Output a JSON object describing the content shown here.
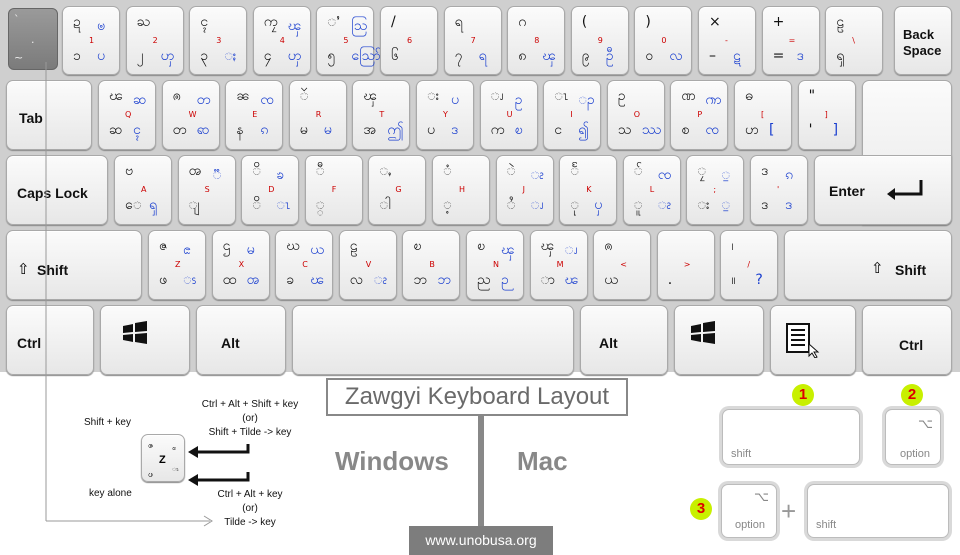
{
  "title": "Zawgyi Keyboard Layout",
  "platforms": {
    "windows": "Windows",
    "mac": "Mac"
  },
  "url": "www.unobusa.org",
  "legend": {
    "shift_key": "Shift + key",
    "key_alone": "key alone",
    "ctrl_alt_shift_1": "Ctrl + Alt + Shift + key",
    "or_1": "(or)",
    "shift_tilde": "Shift + Tilde -> key",
    "ctrl_alt_1": "Ctrl + Alt + key",
    "or_2": "(or)",
    "tilde": "Tilde -> key",
    "sample": "Z"
  },
  "esc": {
    "top": "`",
    "mid": ".",
    "bottom": "~"
  },
  "keys": {
    "row1": [
      {
        "n": "1",
        "a": "ဍ",
        "b": "ၑ",
        "c": "၁",
        "d": "ပ"
      },
      {
        "n": "2",
        "a": "ႀ",
        "b": "",
        "c": "၂",
        "d": "ၯ"
      },
      {
        "n": "3",
        "a": "ၚ",
        "b": "",
        "c": "၃",
        "d": "ႏ"
      },
      {
        "n": "4",
        "a": "ကၠ",
        "b": "ၾ",
        "c": "၄",
        "d": "ၯ"
      },
      {
        "n": "5",
        "a": "ႛ",
        "b": "ဩ",
        "c": "၅",
        "d": "ဪ"
      },
      {
        "n": "6",
        "a": "/",
        "b": "",
        "c": "၆",
        "d": ""
      },
      {
        "n": "7",
        "a": "ရ",
        "b": "",
        "c": "၇",
        "d": "ရ"
      },
      {
        "n": "8",
        "a": "ဂ",
        "b": "",
        "c": "၈",
        "d": "ၾ"
      },
      {
        "n": "9",
        "a": "(",
        "b": "",
        "c": "၉",
        "d": "ဦ"
      },
      {
        "n": "0",
        "a": ")",
        "b": "",
        "c": "၀",
        "d": "လ"
      },
      {
        "n": "-",
        "a": "×",
        "b": "",
        "c": "–",
        "d": "ဋ"
      },
      {
        "n": "=",
        "a": "+",
        "b": "",
        "c": "=",
        "d": "ဒ"
      },
      {
        "n": "\\",
        "a": "ဠ",
        "b": "",
        "c": "ၡ",
        "d": ""
      }
    ],
    "row2": [
      {
        "n": "Q",
        "a": "ၽ",
        "b": "ဆ",
        "c": "ဆ",
        "d": "ၚ"
      },
      {
        "n": "W",
        "a": "ၐ",
        "b": "တ",
        "c": "တ",
        "d": "ၹ"
      },
      {
        "n": "E",
        "a": "ၼ",
        "b": "ၸ",
        "c": "န",
        "d": "ၵ"
      },
      {
        "n": "R",
        "a": "ၴ",
        "b": "",
        "c": "မ",
        "d": "မ"
      },
      {
        "n": "T",
        "a": "ၾ",
        "b": "",
        "c": "အ",
        "d": "ဤ"
      },
      {
        "n": "Y",
        "a": "း",
        "b": "ပ",
        "c": "ပ",
        "d": "ဒ"
      },
      {
        "n": "U",
        "a": "ၪ",
        "b": "ဥ",
        "c": "က",
        "d": "ၿ"
      },
      {
        "n": "I",
        "a": "ၤ",
        "b": "ၣ",
        "c": "င",
        "d": "၍"
      },
      {
        "n": "O",
        "a": "ဥ",
        "b": "",
        "c": "သ",
        "d": "ဿ"
      },
      {
        "n": "P",
        "a": "ဏ",
        "b": "ၮ",
        "c": "စ",
        "d": "ၸ"
      },
      {
        "n": "[",
        "a": "ဓ",
        "b": "",
        "c": "ဟ",
        "d": "["
      },
      {
        "n": "]",
        "a": "\"",
        "b": "",
        "c": "'",
        "d": "]"
      }
    ],
    "row3": [
      {
        "n": "A",
        "a": "ဗ",
        "b": "",
        "c": "ေ",
        "d": "ၡ"
      },
      {
        "n": "S",
        "a": "ၻ",
        "b": "ၱ",
        "c": "ျ",
        "d": ""
      },
      {
        "n": "D",
        "a": "ိ",
        "b": "ၶ",
        "c": "ိ",
        "d": "ၤ"
      },
      {
        "n": "F",
        "a": "ီ",
        "b": "",
        "c": "္",
        "d": ""
      },
      {
        "n": "G",
        "a": "ႇ",
        "b": "",
        "c": "ါ",
        "d": ""
      },
      {
        "n": "H",
        "a": "ံ",
        "b": "",
        "c": "့",
        "d": ""
      },
      {
        "n": "J",
        "a": "ဲ",
        "b": "ၩ",
        "c": "ႆ",
        "d": "ၪ"
      },
      {
        "n": "K",
        "a": "ႅ",
        "b": "",
        "c": "ု",
        "d": "ၦ"
      },
      {
        "n": "L",
        "a": "ၲ",
        "b": "ၸ",
        "c": "ူ",
        "d": "ၩ"
      },
      {
        "n": ";",
        "a": "ၠ",
        "b": "ႍ",
        "c": "း",
        "d": "ႍ"
      },
      {
        "n": "'",
        "a": "ဒ",
        "b": "ၵ",
        "c": "ဒ",
        "d": "ဒ"
      }
    ],
    "row4": [
      {
        "n": "Z",
        "a": "ဇ",
        "b": "ၕ",
        "c": "ဖ",
        "d": "ၭ"
      },
      {
        "n": "X",
        "a": "ဌ",
        "b": "မ",
        "c": "ထ",
        "d": "ၻ"
      },
      {
        "n": "C",
        "a": "ဃ",
        "b": "ယ",
        "c": "ခ",
        "d": "ၽ"
      },
      {
        "n": "V",
        "a": "ဠ",
        "b": "",
        "c": "လ",
        "d": "ၩ"
      },
      {
        "n": "B",
        "a": "ၿ",
        "b": "",
        "c": "ဘ",
        "d": "ဘ"
      },
      {
        "n": "N",
        "a": "ၿ",
        "b": "ၾ",
        "c": "ည",
        "d": "ဉ"
      },
      {
        "n": "M",
        "a": "ၾ",
        "b": "ၪ",
        "c": "ာ",
        "d": "ၽ"
      },
      {
        "n": "<",
        "a": "ၐ",
        "b": "",
        "c": "ယ",
        "d": ""
      },
      {
        "n": ">",
        "a": "",
        "b": "",
        "c": ".",
        "d": ""
      },
      {
        "n": "/",
        "a": "၊",
        "b": "",
        "c": "။",
        "d": "?"
      }
    ]
  },
  "modifier_labels": {
    "back": "Back",
    "space": "Space",
    "tab": "Tab",
    "caps": "Caps Lock",
    "enter": "Enter",
    "lshift": "Shift",
    "rshift": "Shift",
    "lctrl": "Ctrl",
    "lalt": "Alt",
    "ralt": "Alt",
    "rctrl": "Ctrl"
  },
  "mac_keys": {
    "num1": "1",
    "num2": "2",
    "num3": "3",
    "shift1": "shift",
    "option1": "option",
    "option_symbol1": "⌥",
    "option2": "option",
    "option_symbol2": "⌥",
    "shift2": "shift",
    "plus": "+"
  }
}
